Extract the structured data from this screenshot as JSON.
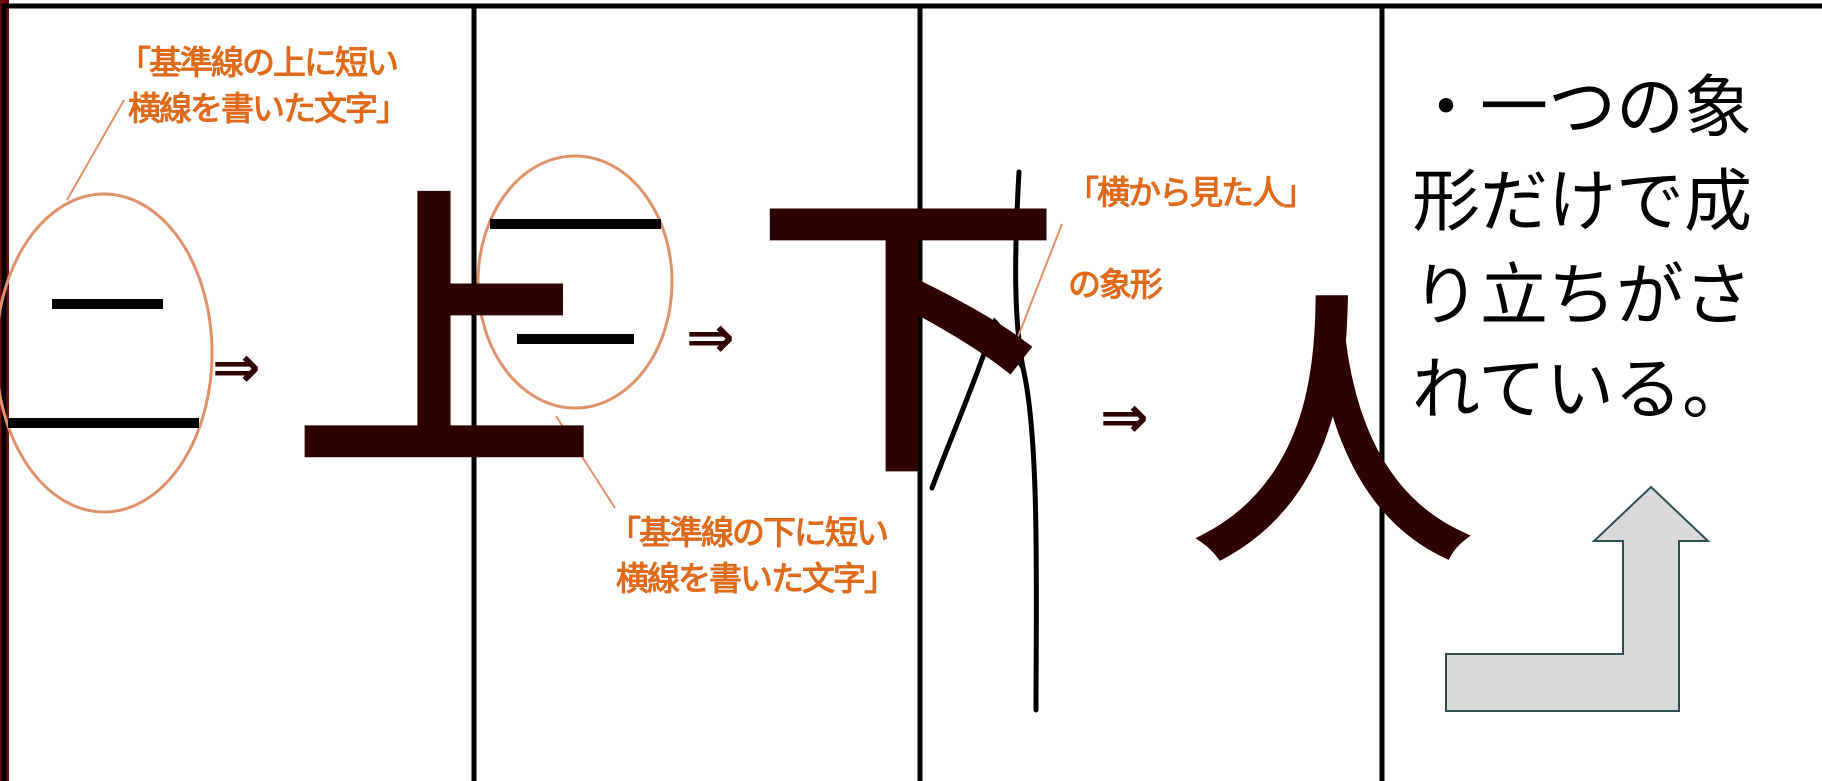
{
  "panels": [
    {
      "caption_lines": [
        "「基準線の上に短い",
        "横線を書いた文字」"
      ],
      "result_char": "上",
      "arrow": "⇒"
    },
    {
      "caption_lines": [
        "「基準線の下に短い",
        "横線を書いた文字」"
      ],
      "result_char": "下",
      "arrow": "⇒"
    },
    {
      "caption_lines": [
        "「横から見た人」",
        "の象形"
      ],
      "result_char": "人",
      "arrow": "⇒"
    }
  ],
  "note": {
    "lines": [
      "・一つの象",
      "形だけで成",
      "り立ちがさ",
      "れている。"
    ]
  },
  "colors": {
    "border": "#000000",
    "annotation": "#e06a1c",
    "circle": "#e0916a",
    "character": "#2e0200",
    "stroke": "#000000",
    "bent_arrow_fill": "#d9d9d9",
    "bent_arrow_stroke": "#2f4f4f",
    "left_accent": "#6b0f0f"
  },
  "icons": {
    "bent_arrow": "bent-up-arrow-icon"
  }
}
